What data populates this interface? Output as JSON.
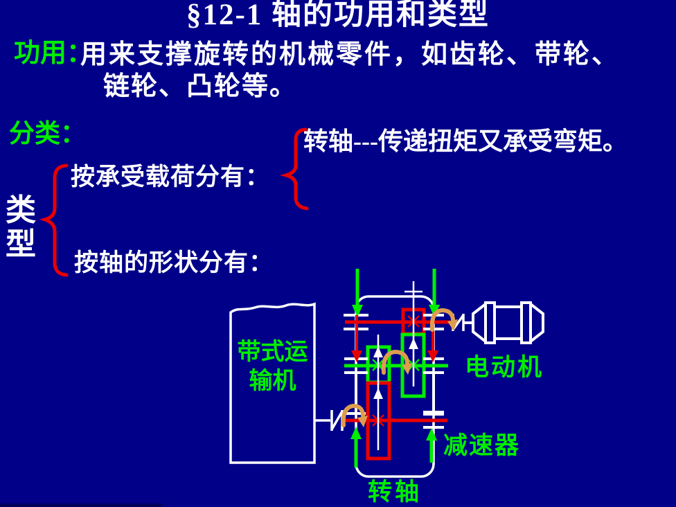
{
  "slide": {
    "title": "§12-1  轴的功用和类型",
    "function_section": {
      "label": "功用：",
      "line1": "用来支撑旋转的机械零件，如齿轮、带轮、",
      "line2": "链轮、凸轮等。"
    },
    "classification_section": {
      "label": "分类：",
      "category_word": "类\n型",
      "by_load_label": "按承受载荷分有：",
      "by_load_item": "转轴---传递扭矩又承受弯矩。",
      "by_shape_label": "按轴的形状分有："
    },
    "diagram": {
      "conveyor_label": "带式运\n输机",
      "motor_label": "电动机",
      "reducer_label": "减速器",
      "shaft_label": "转轴"
    },
    "colors": {
      "background": "#000089",
      "text_white": "#ffffff",
      "accent_green": "#00ee00",
      "accent_red": "#e80000",
      "rotation_arrow_orange": "#dd9d4f"
    }
  }
}
